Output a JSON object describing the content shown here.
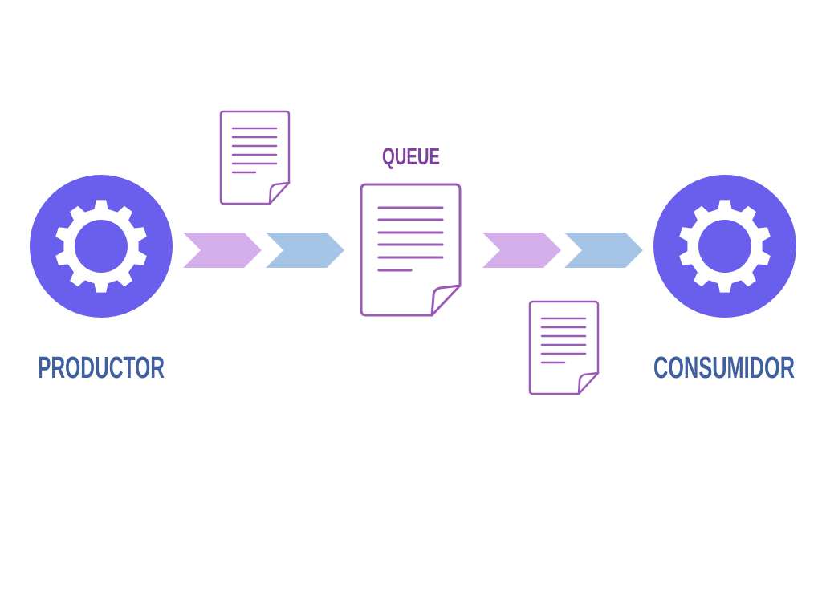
{
  "labels": {
    "producer": "PRODUCTOR",
    "queue": "QUEUE",
    "consumer": "CONSUMIDOR"
  },
  "icons": {
    "producer": "gear-icon",
    "consumer": "gear-icon",
    "queue": "document-icon",
    "message_in": "document-icon",
    "message_out": "document-icon",
    "arrows": "chevron-right-icon"
  },
  "colors": {
    "node_circle": "#6a5eed",
    "gear": "#ffffff",
    "label_blue": "#3f5f9f",
    "label_purple": "#7b3f9e",
    "document_stroke": "#9a5bb6",
    "chevron_violet": "#d4aeea",
    "chevron_blue": "#a6c4e6"
  }
}
